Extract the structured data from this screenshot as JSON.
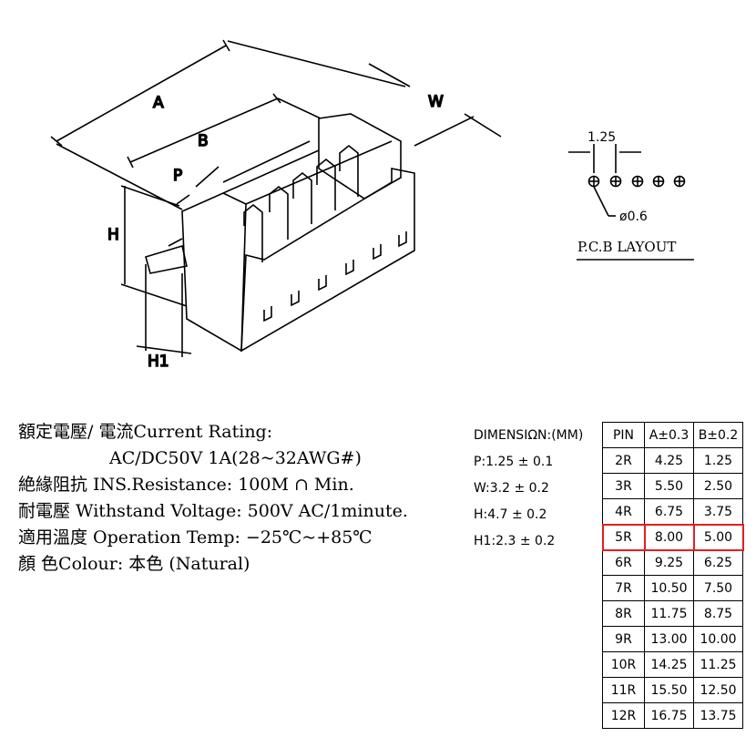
{
  "drawing": {
    "labels": {
      "A": "A",
      "B": "B",
      "P": "P",
      "H": "H",
      "H1": "H1",
      "W": "W"
    },
    "pcb": {
      "pitch": "1.25",
      "hole": "ø0.6",
      "title": "P.C.B LAYOUT"
    }
  },
  "specs": [
    "額定電壓/ 電流Current  Rating:",
    "AC/DC50V  1A(28~32AWG#)",
    "絶緣阻抗 INS.Resistance: 100M ∩ Min.",
    "耐電壓 Withstand  Voltage:  500V  AC/1minute.",
    "適用溫度 Operation  Temp: −25℃~+85℃",
    "顏      色Colour: 本色 (Natural)"
  ],
  "dimensions": {
    "title": "DIMENSIΩN:(MM)",
    "P": "P:1.25 ± 0.1",
    "W": "W:3.2 ± 0.2",
    "H": "H:4.7 ± 0.2",
    "H1": "H1:2.3 ± 0.2"
  },
  "table": {
    "headers": [
      "PIN",
      "A±0.3",
      "B±0.2"
    ],
    "rows": [
      [
        "2R",
        "4.25",
        "1.25"
      ],
      [
        "3R",
        "5.50",
        "2.50"
      ],
      [
        "4R",
        "6.75",
        "3.75"
      ],
      [
        "5R",
        "8.00",
        "5.00"
      ],
      [
        "6R",
        "9.25",
        "6.25"
      ],
      [
        "7R",
        "10.50",
        "7.50"
      ],
      [
        "8R",
        "11.75",
        "8.75"
      ],
      [
        "9R",
        "13.00",
        "10.00"
      ],
      [
        "10R",
        "14.25",
        "11.25"
      ],
      [
        "11R",
        "15.50",
        "12.50"
      ],
      [
        "12R",
        "16.75",
        "13.75"
      ]
    ],
    "highlight_row": "5R",
    "highlight_color": "#e02020"
  }
}
